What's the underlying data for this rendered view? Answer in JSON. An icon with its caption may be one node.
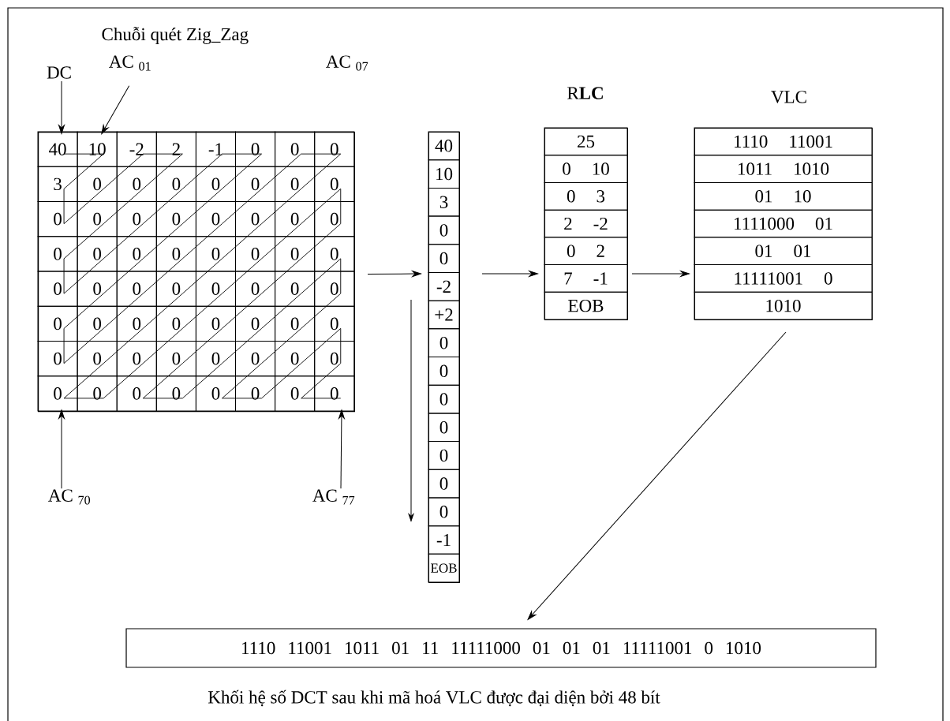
{
  "diagram": {
    "caption": "Khối hệ số DCT sau khi mã hoá VLC được đại diện bởi 48 bít",
    "nodes": [
      {
        "text": [
          "40",
          "10",
          "-2",
          "2",
          "-1",
          "0",
          "0",
          "0",
          "3",
          "0",
          "0",
          "0",
          "0",
          "0",
          "0",
          "0",
          "0",
          "0",
          "0",
          "0",
          "0",
          "0",
          "0",
          "0",
          "0",
          "0",
          "0",
          "0",
          "0",
          "0",
          "0",
          "0",
          "0",
          "0",
          "0",
          "0",
          "0",
          "0",
          "0",
          "0",
          "0",
          "0",
          "0",
          "0",
          "0",
          "0",
          "0",
          "0",
          "0",
          "0",
          "0",
          "0",
          "0",
          "0",
          "0",
          "0",
          "0",
          "0",
          "0",
          "0",
          "0",
          "0",
          "0",
          "0"
        ]
      },
      {
        "text": [
          "DC"
        ]
      },
      {
        "text": [
          "AC $_{01}$"
        ]
      },
      {
        "text": [
          "40",
          "10",
          "3",
          "0",
          "0",
          "-2",
          "+2",
          "0",
          "0",
          "0",
          "0",
          "0",
          "0",
          "0",
          "-1",
          "EOB"
        ]
      },
      {
        "text": [
          "R**LC**",
          "25",
          "0 10",
          "0 3",
          "2 -2",
          "0 2",
          "7 -1",
          "EOB"
        ]
      },
      {
        "text": [
          "VLC",
          "1110 11001",
          "1011 1010",
          "01 10",
          "1111000 01",
          "01 01",
          "11111001 0",
          "1010"
        ]
      },
      {
        "text": [
          "AC $_{70}$"
        ]
      },
      {
        "text": [
          "AC $_{77}$"
        ]
      },
      {
        "text": [
          "1110 11001 1011 01 11 11111000 01 01 01 11111001 0 1010"
        ]
      }
    ],
    "edges": [
      {
        "from": 1,
        "to": 0,
        "arrow": "to"
      },
      {
        "from": 2,
        "to": 0,
        "arrow": "to"
      },
      {
        "from": 6,
        "to": 0,
        "arrow": "to"
      },
      {
        "from": 7,
        "to": 0,
        "arrow": "to"
      },
      {
        "from": 0,
        "to": 3,
        "arrow": "to"
      },
      {
        "from": 3,
        "to": 4,
        "arrow": "to"
      },
      {
        "from": 4,
        "to": 5,
        "arrow": "to"
      },
      {
        "from": 5,
        "to": 8,
        "arrow": "to"
      }
    ],
    "labels": [
      "Chuỗi quét Zig_Zag",
      "AC $_{07}$"
    ]
  }
}
